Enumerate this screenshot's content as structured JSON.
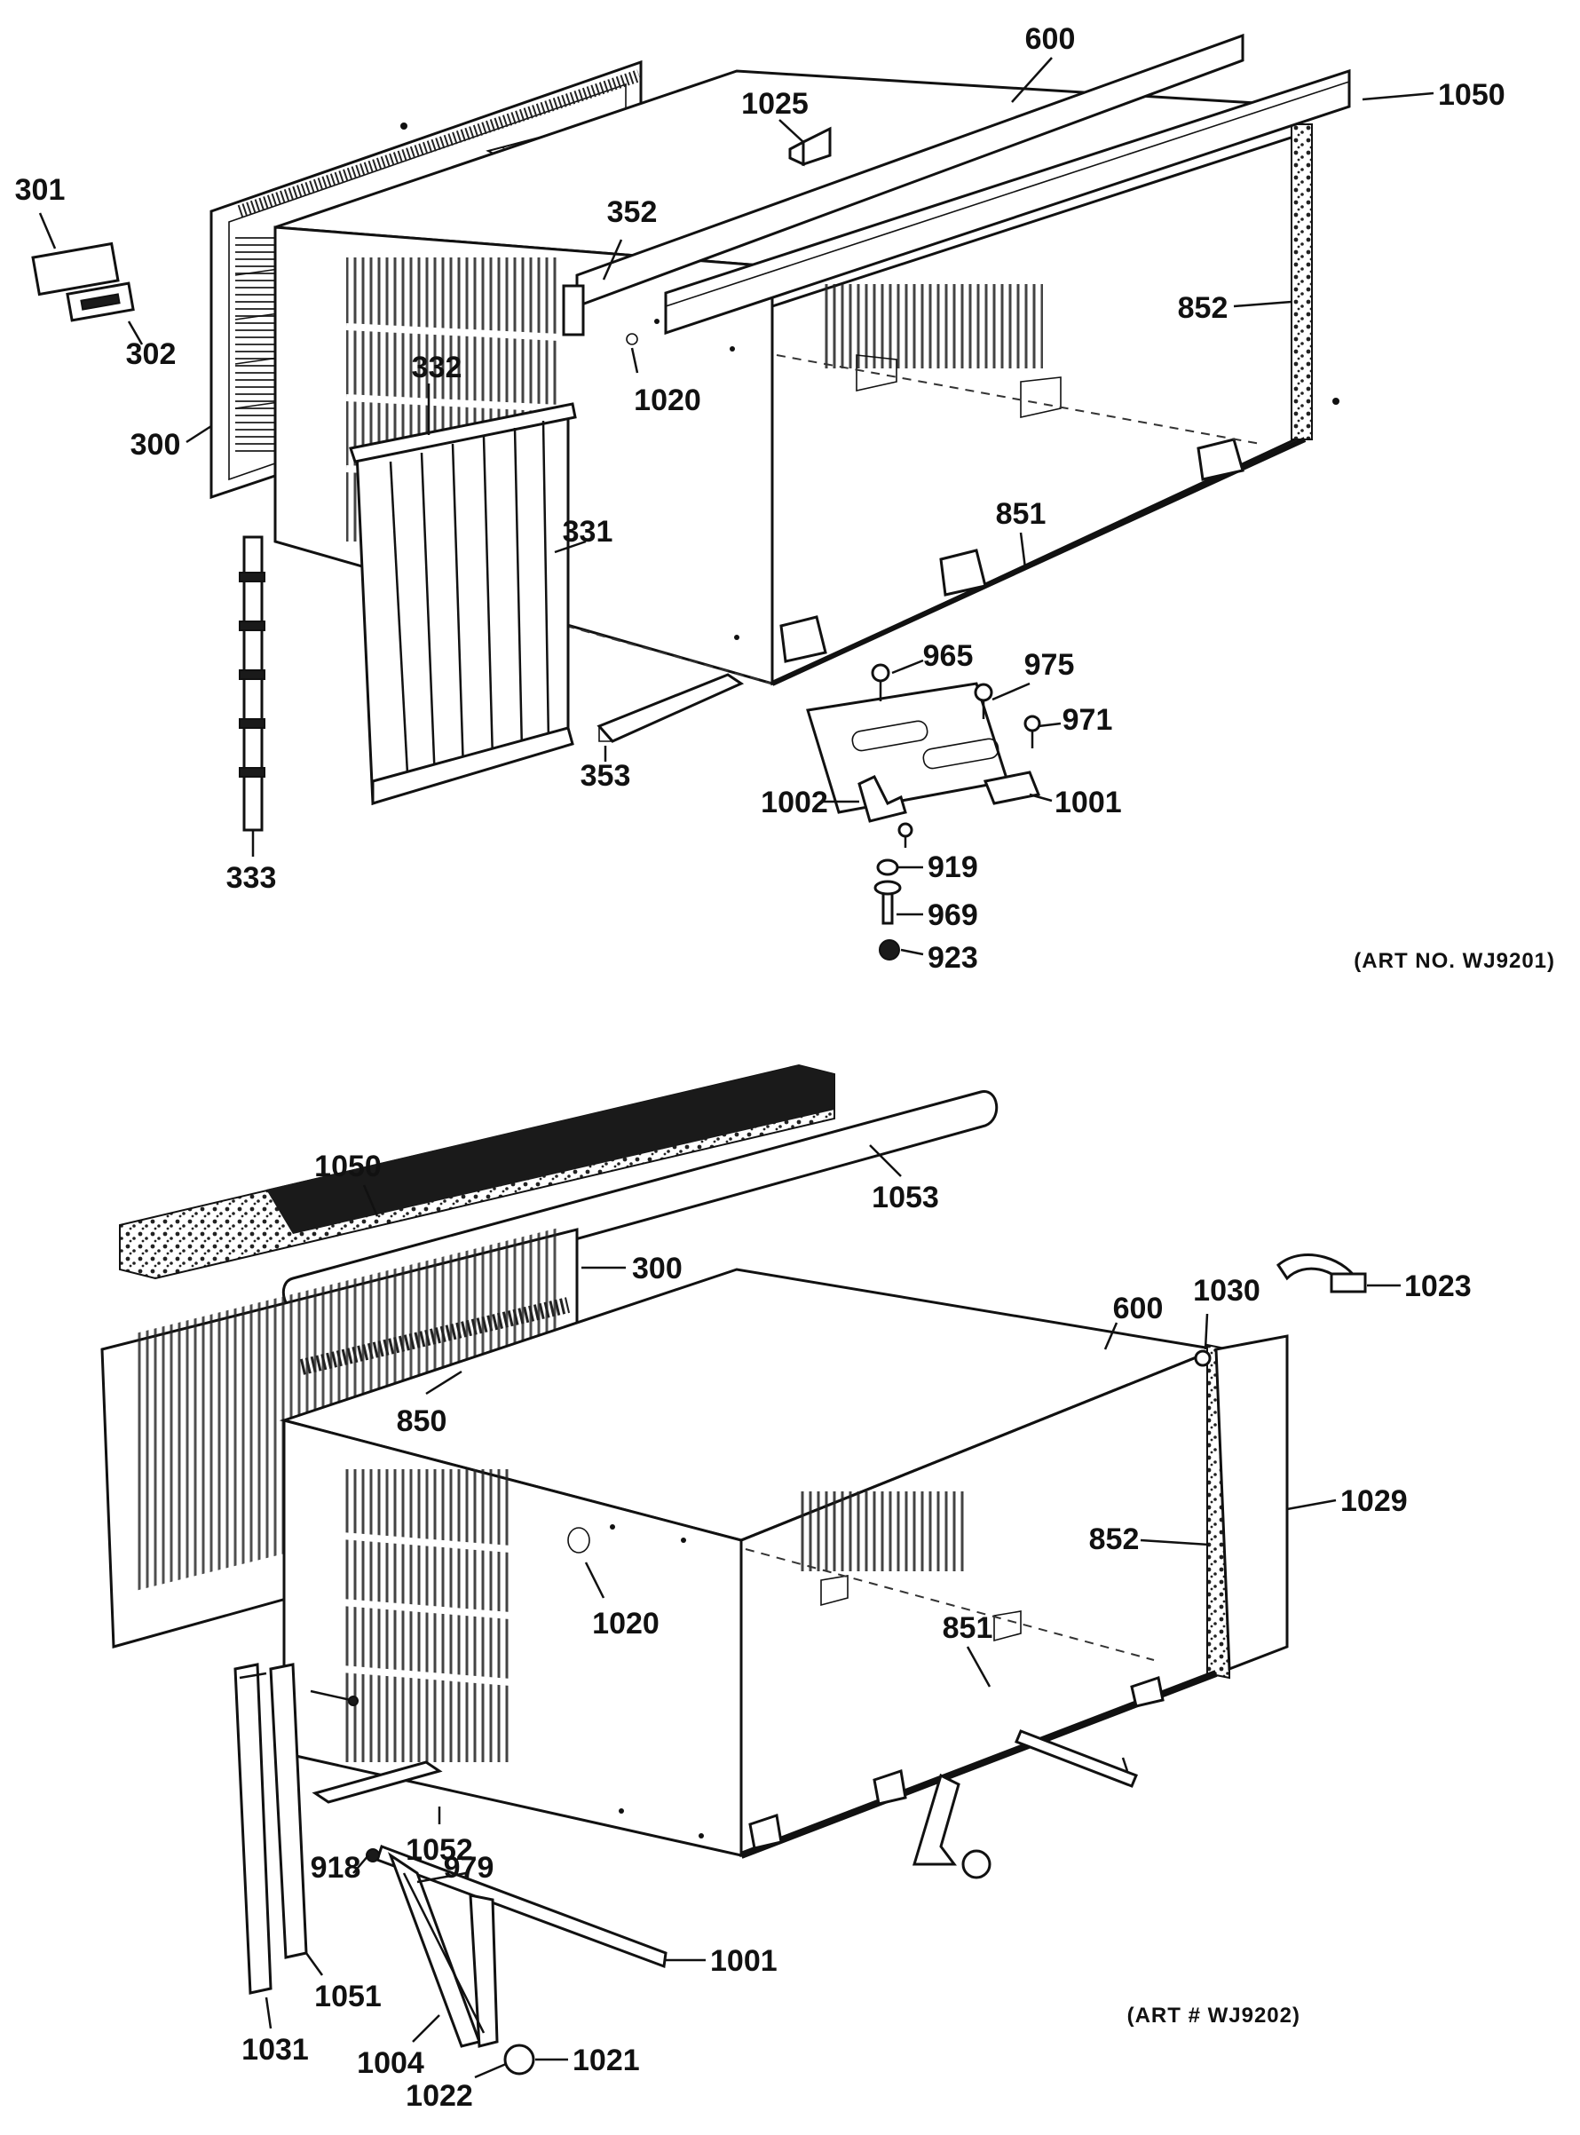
{
  "diagrams": [
    {
      "art_number": "(ART NO. WJ9201)",
      "labels": [
        "600",
        "1050",
        "1025",
        "301",
        "302",
        "300",
        "352",
        "1020",
        "332",
        "331",
        "852",
        "851",
        "965",
        "975",
        "971",
        "353",
        "333",
        "1002",
        "1001",
        "919",
        "969",
        "923"
      ]
    },
    {
      "art_number": "(ART # WJ9202)",
      "labels": [
        "1050",
        "1053",
        "300",
        "1030",
        "1023",
        "600",
        "850",
        "1029",
        "852",
        "1020",
        "851",
        "1052",
        "918",
        "979",
        "1001",
        "1051",
        "1004",
        "1031",
        "1022",
        "1021"
      ]
    }
  ]
}
